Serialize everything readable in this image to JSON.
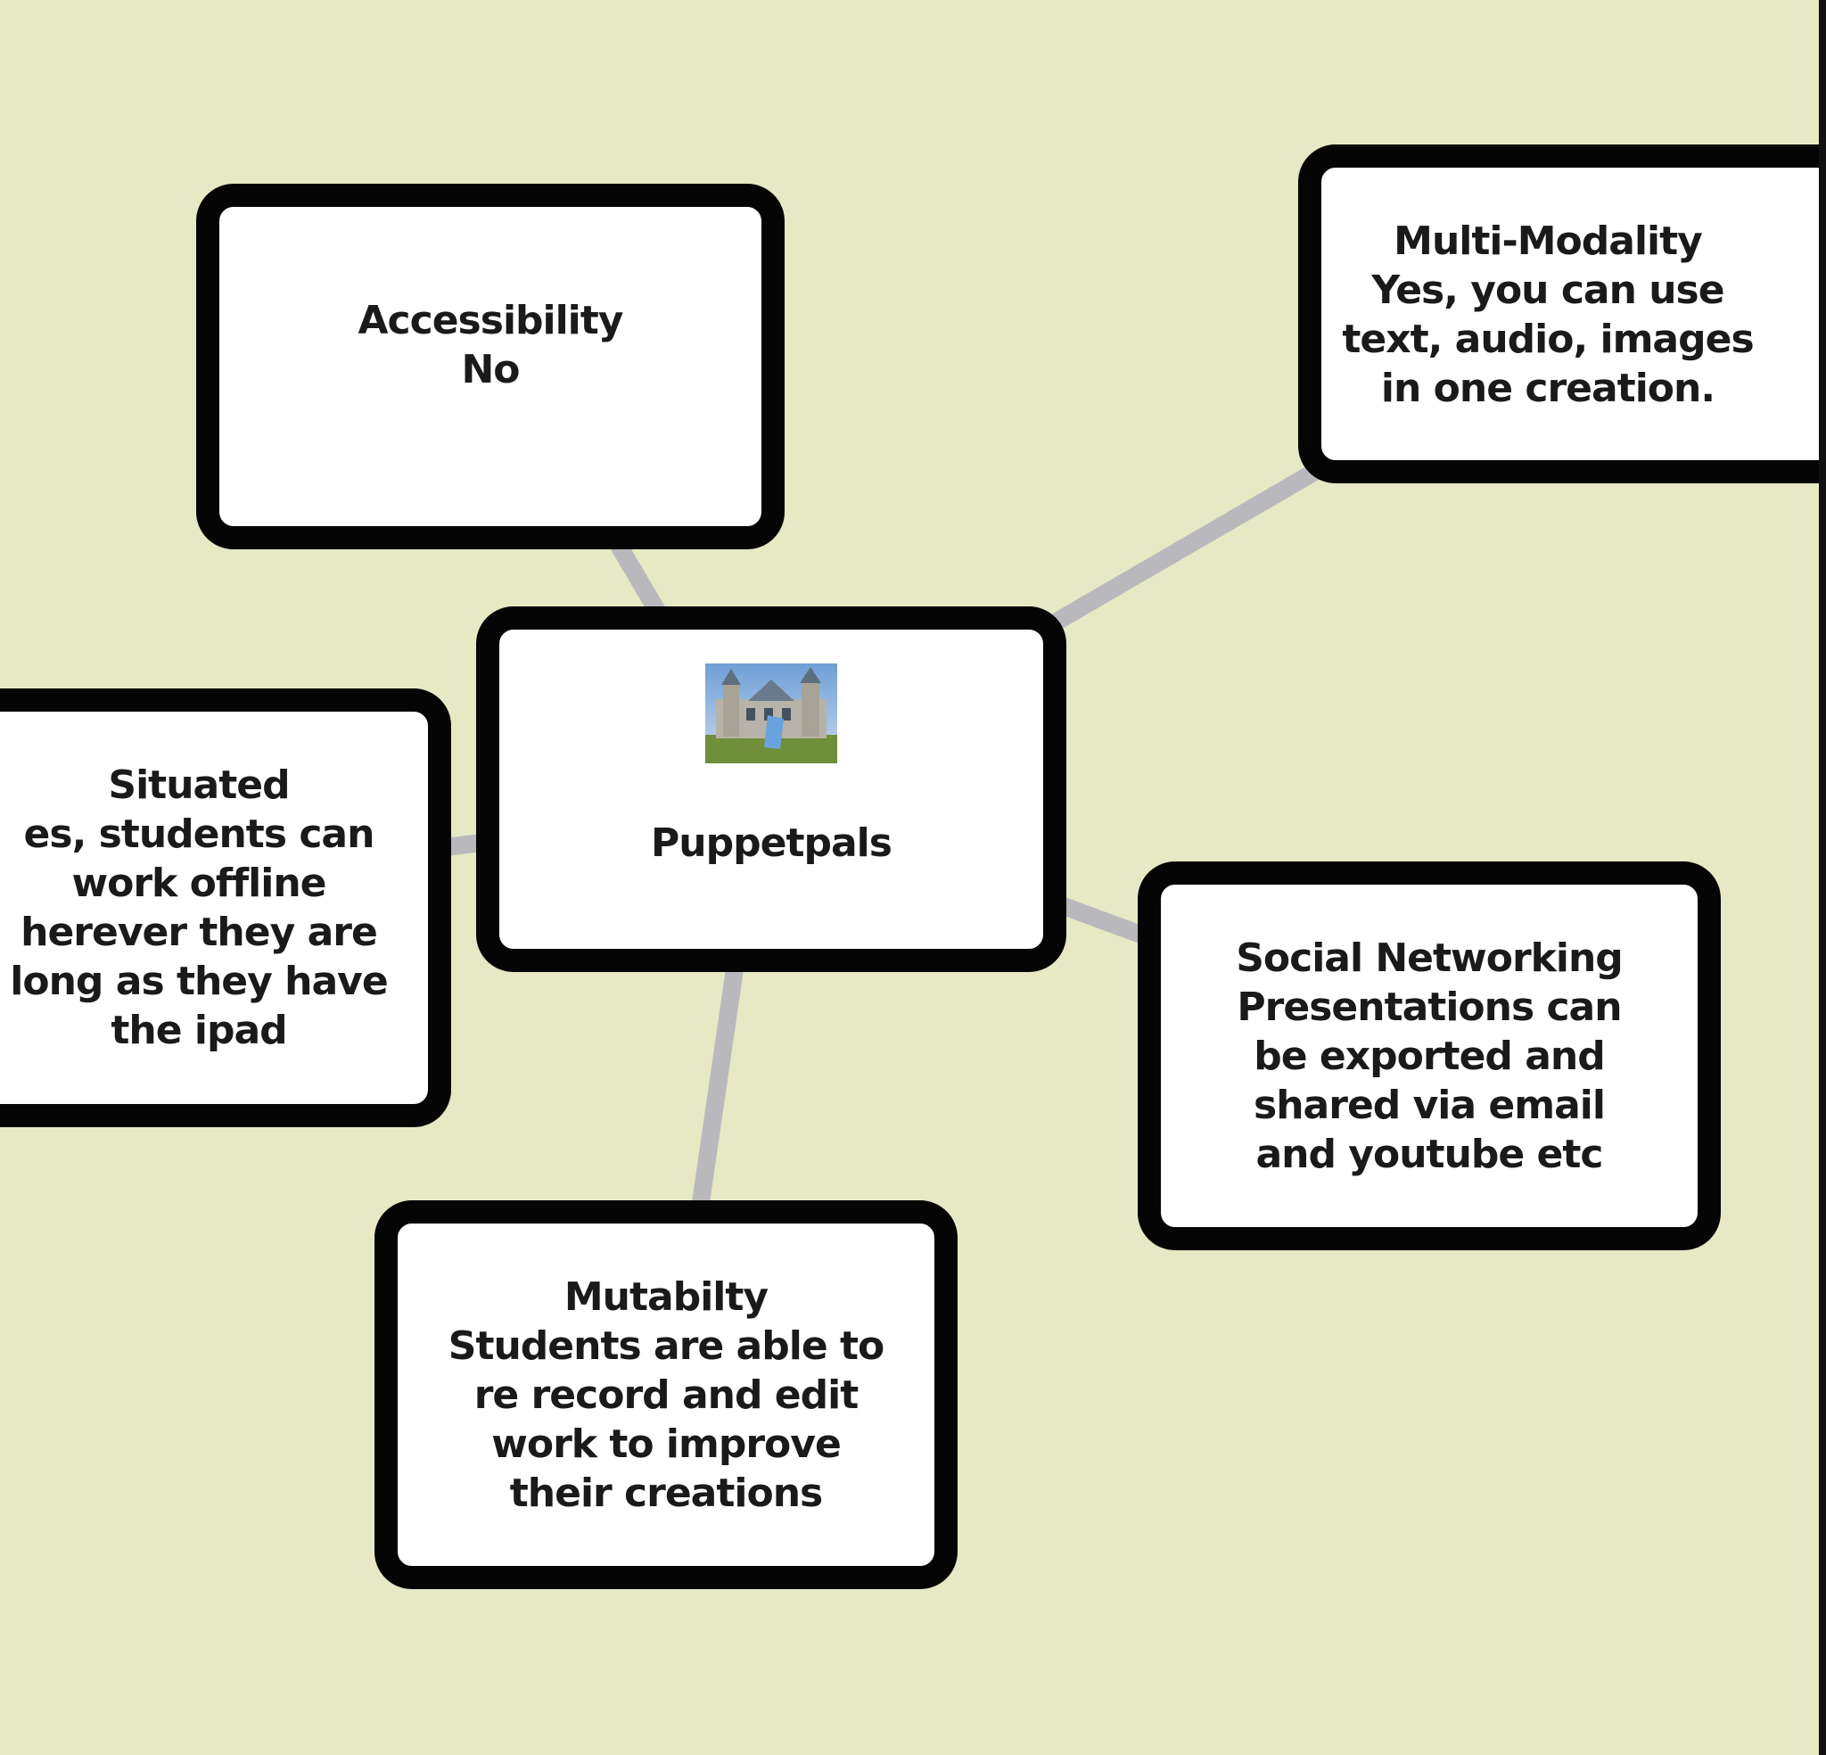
{
  "diagram": {
    "colors": {
      "background": "#e6e9c4",
      "node_fill": "#ffffff",
      "node_border": "#050505",
      "connector": "#b9b9bd",
      "text": "#1a1a1a"
    },
    "center": {
      "label": "Puppetpals",
      "thumbnail_icon": "castle-photo-icon"
    },
    "nodes": {
      "accessibility": {
        "title": "Accessibility",
        "text": "No"
      },
      "multimodality": {
        "title": "Multi-Modality",
        "text": "Yes, you can use\ntext, audio, images\nin one creation."
      },
      "situated": {
        "title": "Situated",
        "text": "es, students can\nwork offline\nherever they are\nlong as they have\nthe ipad"
      },
      "social": {
        "title": "Social Networking",
        "text": "Presentations can\nbe exported and\nshared via email\nand youtube etc"
      },
      "mutability": {
        "title": "Mutabilty",
        "text": "Students are able to\nre record and edit\nwork to improve\ntheir creations"
      }
    }
  }
}
